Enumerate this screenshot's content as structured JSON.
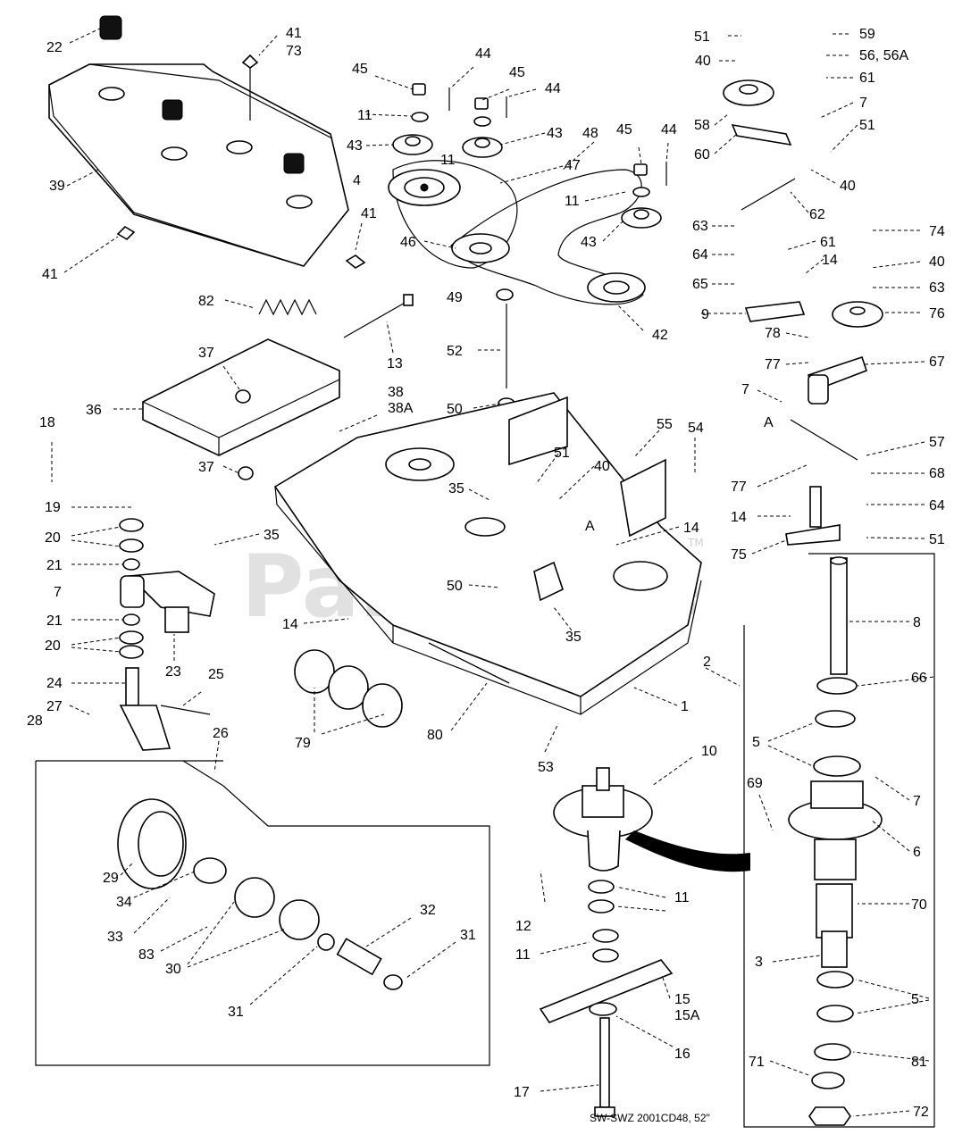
{
  "watermark": "PartsTree",
  "trademark": "TM",
  "footer_code": "SW-SWZ 2001CD48, 52\"",
  "section_marker": "A",
  "callouts": {
    "c22": "22",
    "c41a": "41",
    "c73": "73",
    "c39": "39",
    "c41b": "41",
    "c41c": "41",
    "c45a": "45",
    "c44a": "44",
    "c45b": "45",
    "c44b": "44",
    "c11a": "11",
    "c43a": "43",
    "c11b": "11",
    "c43b": "43",
    "c48": "48",
    "c45c": "45",
    "c44c": "44",
    "c4": "4",
    "c47": "47",
    "c11c": "11",
    "c43c": "43",
    "c46": "46",
    "c49": "49",
    "c42": "42",
    "c52": "52",
    "c82": "82",
    "c13": "13",
    "c37a": "37",
    "c38": "38",
    "c38A": "38A",
    "c36": "36",
    "c50a": "50",
    "c18": "18",
    "c19": "19",
    "c20a": "20",
    "c21a": "21",
    "c7a": "7",
    "c21b": "21",
    "c20b": "20",
    "c23": "23",
    "c25": "25",
    "c24": "24",
    "c27": "27",
    "c28": "28",
    "c26": "26",
    "c35a": "35",
    "c37b": "37",
    "c35b": "35",
    "c51a": "51",
    "c40a": "40",
    "c55": "55",
    "c54": "54",
    "c14a": "14",
    "c50b": "50",
    "c35c": "35",
    "c14b": "14",
    "c79": "79",
    "c80": "80",
    "c53": "53",
    "c1": "1",
    "c2": "2",
    "c29": "29",
    "c34": "34",
    "c33": "33",
    "c83": "83",
    "c30": "30",
    "c32": "32",
    "c31a": "31",
    "c31b": "31",
    "c51b": "51",
    "c59": "59",
    "c40b": "40",
    "c56": "56, 56A",
    "c61a": "61",
    "c58": "58",
    "c7b": "7",
    "c60": "60",
    "c51c": "51",
    "c40c": "40",
    "c62": "62",
    "c63a": "63",
    "c61b": "61",
    "c64a": "64",
    "c14c": "14",
    "c65": "65",
    "c9": "9",
    "c74": "74",
    "c40d": "40",
    "c63b": "63",
    "c76": "76",
    "c78": "78",
    "c77a": "77",
    "c67": "67",
    "c7c": "7",
    "c57": "57",
    "c77b": "77",
    "c68": "68",
    "c14d": "14",
    "c64b": "64",
    "c51d": "51",
    "c75": "75",
    "c8": "8",
    "c66": "66",
    "c5a": "5",
    "c7d": "7",
    "c69": "69",
    "c6": "6",
    "c70": "70",
    "c3": "3",
    "c5b": "5",
    "c81": "81",
    "c71": "71",
    "c72": "72",
    "c10": "10",
    "c12": "12",
    "c11d": "11",
    "c11e": "11",
    "c15": "15",
    "c15A": "15A",
    "c16": "16",
    "c17": "17"
  }
}
